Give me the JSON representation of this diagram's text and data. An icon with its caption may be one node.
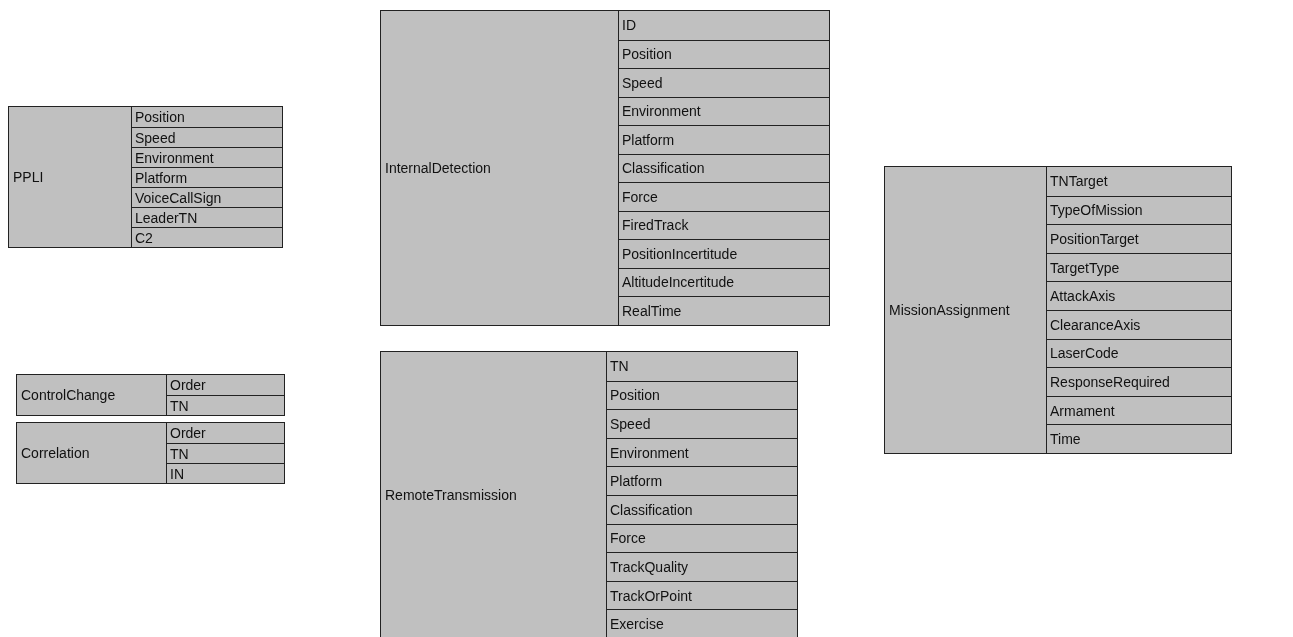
{
  "diagram": {
    "nodes": [
      {
        "text": [
          "PPLI"
        ]
      },
      {
        "text": [
          "Position"
        ],
        "in": 0
      },
      {
        "text": [
          "Speed"
        ],
        "in": 0
      },
      {
        "text": [
          "Environment"
        ],
        "in": 0
      },
      {
        "text": [
          "Platform"
        ],
        "in": 0
      },
      {
        "text": [
          "VoiceCallSign"
        ],
        "in": 0
      },
      {
        "text": [
          "LeaderTN"
        ],
        "in": 0
      },
      {
        "text": [
          "C2"
        ],
        "in": 0
      },
      {
        "text": [
          "InternalDetection"
        ]
      },
      {
        "text": [
          "ID"
        ],
        "in": 8
      },
      {
        "text": [
          "Position"
        ],
        "in": 8
      },
      {
        "text": [
          "Speed"
        ],
        "in": 8
      },
      {
        "text": [
          "Environment"
        ],
        "in": 8
      },
      {
        "text": [
          "Platform"
        ],
        "in": 8
      },
      {
        "text": [
          "Classification"
        ],
        "in": 8
      },
      {
        "text": [
          "Force"
        ],
        "in": 8
      },
      {
        "text": [
          "FiredTrack"
        ],
        "in": 8
      },
      {
        "text": [
          "PositionIncertitude"
        ],
        "in": 8
      },
      {
        "text": [
          "AltitudeIncertitude"
        ],
        "in": 8
      },
      {
        "text": [
          "RealTime"
        ],
        "in": 8
      },
      {
        "text": [
          "MissionAssignment"
        ]
      },
      {
        "text": [
          "TNTarget"
        ],
        "in": 20
      },
      {
        "text": [
          "TypeOfMission"
        ],
        "in": 20
      },
      {
        "text": [
          "PositionTarget"
        ],
        "in": 20
      },
      {
        "text": [
          "TargetType"
        ],
        "in": 20
      },
      {
        "text": [
          "AttackAxis"
        ],
        "in": 20
      },
      {
        "text": [
          "ClearanceAxis"
        ],
        "in": 20
      },
      {
        "text": [
          "LaserCode"
        ],
        "in": 20
      },
      {
        "text": [
          "ResponseRequired"
        ],
        "in": 20
      },
      {
        "text": [
          "Armament"
        ],
        "in": 20
      },
      {
        "text": [
          "Time"
        ],
        "in": 20
      },
      {
        "text": [
          "ControlChange"
        ]
      },
      {
        "text": [
          "Order"
        ],
        "in": 31
      },
      {
        "text": [
          "TN"
        ],
        "in": 31
      },
      {
        "text": [
          "Correlation"
        ]
      },
      {
        "text": [
          "Order"
        ],
        "in": 34
      },
      {
        "text": [
          "TN"
        ],
        "in": 34
      },
      {
        "text": [
          "IN"
        ],
        "in": 34
      },
      {
        "text": [
          "RemoteTransmission"
        ]
      },
      {
        "text": [
          "TN"
        ],
        "in": 38
      },
      {
        "text": [
          "Position"
        ],
        "in": 38
      },
      {
        "text": [
          "Speed"
        ],
        "in": 38
      },
      {
        "text": [
          "Environment"
        ],
        "in": 38
      },
      {
        "text": [
          "Platform"
        ],
        "in": 38
      },
      {
        "text": [
          "Classification"
        ],
        "in": 38
      },
      {
        "text": [
          "Force"
        ],
        "in": 38
      },
      {
        "text": [
          "TrackQuality"
        ],
        "in": 38
      },
      {
        "text": [
          "TrackOrPoint"
        ],
        "in": 38
      },
      {
        "text": [
          "Exercise"
        ],
        "in": 38
      }
    ],
    "edges": []
  }
}
